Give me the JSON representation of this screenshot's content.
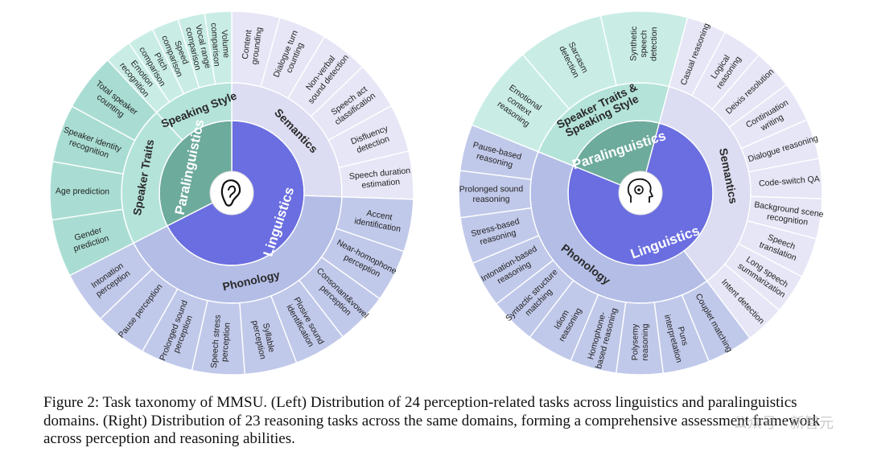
{
  "colors": {
    "ling_core": "#6a6ee0",
    "ling_mid_sem": "#dcdcf2",
    "ling_mid_pho": "#b3bde6",
    "ling_leaf_sem": "#e6e6f6",
    "ling_leaf_pho": "#c1c9ea",
    "para_core": "#6dab9c",
    "para_mid": "#b4e3d9",
    "para_leaf": "#c9ede5",
    "para_leaf2": "#a9ddd3"
  },
  "left": {
    "core_labels": {
      "linguistics": "Linguistics",
      "paralinguistics": "Paralinguistics"
    },
    "center_icon": "ear-icon",
    "groups": [
      {
        "name": "Semantics",
        "domain": "ling",
        "tasks": [
          [
            "Content",
            "grounding"
          ],
          [
            "Dialogue turn",
            "counting"
          ],
          [
            "Non-verbal",
            "sound detection"
          ],
          [
            "Speech act",
            "classification"
          ],
          [
            "Disfluency",
            "detection"
          ],
          [
            "Speech duration",
            "estimation"
          ]
        ]
      },
      {
        "name": "Phonology",
        "domain": "ling",
        "tasks": [
          [
            "Accent",
            "identification"
          ],
          [
            "Near-homophone",
            "perception"
          ],
          [
            "Consonant&vowel",
            "perception"
          ],
          [
            "Plosive sound",
            "identification"
          ],
          [
            "Syllable",
            "perception"
          ],
          [
            "Speech stress",
            "perception"
          ],
          [
            "Prolonged sound",
            "perception"
          ],
          [
            "Pause perception"
          ],
          [
            "Intonation",
            "perception"
          ]
        ]
      },
      {
        "name": "Speaker Traits",
        "domain": "para",
        "tasks": [
          [
            "Gender",
            "prediction"
          ],
          [
            "Age prediction"
          ],
          [
            "Speaker identity",
            "recognition"
          ],
          [
            "Total speaker",
            "counting"
          ]
        ]
      },
      {
        "name": "Speaking Style",
        "domain": "para",
        "tasks": [
          [
            "Emotion",
            "recognition"
          ],
          [
            "Pitch",
            "comparison"
          ],
          [
            "Speed",
            "comparison"
          ],
          [
            "Vocal range",
            "comparison"
          ],
          [
            "Volume",
            "comparison"
          ]
        ]
      }
    ]
  },
  "right": {
    "core_labels": {
      "linguistics": "Linguistics",
      "paralinguistics": "Paralinguistics"
    },
    "center_icon": "brain-icon",
    "groups": [
      {
        "name": "Semantics",
        "domain": "ling",
        "tasks": [
          [
            "Casual reasoning"
          ],
          [
            "Logical",
            "reasoning"
          ],
          [
            "Deixis resolution"
          ],
          [
            "Continuation",
            "writing"
          ],
          [
            "Dialogue reasoning"
          ],
          [
            "Code-switch QA"
          ],
          [
            "Background scene",
            "recognition"
          ],
          [
            "Speech",
            "translation"
          ],
          [
            "Long speech",
            "summarization"
          ],
          [
            "Intent detection"
          ]
        ]
      },
      {
        "name": "Phonology",
        "domain": "ling",
        "tasks": [
          [
            "Couplet matching"
          ],
          [
            "Puns",
            "interpretation"
          ],
          [
            "Polysemy",
            "reasoning"
          ],
          [
            "Homophone-",
            "based reasoning"
          ],
          [
            "Idiom",
            "reasoning"
          ],
          [
            "Syntactic structure",
            "matching"
          ],
          [
            "Intonation-based",
            "reasoning"
          ],
          [
            "Stress-based",
            "reasoning"
          ],
          [
            "Prolonged sound",
            "reasoning"
          ],
          [
            "Pause-based",
            "reasoning"
          ]
        ]
      },
      {
        "name": "Speaker Traits & Speaking Style",
        "domain": "para",
        "tasks": [
          [
            "Emotional",
            "context",
            "reasoning"
          ],
          [
            "Sarcasm",
            "detection"
          ],
          [
            "Synthetic",
            "speech",
            "detection"
          ]
        ]
      }
    ]
  },
  "caption": {
    "text": "Figure 2: Task taxonomy of MMSU. (Left) Distribution of 24 perception-related tasks across linguistics and paralinguistics domains. (Right) Distribution of 23 reasoning tasks across the same domains, forming a comprehensive assessment framework across perception and reasoning abilities."
  },
  "watermark": "公众号 · 新智元"
}
